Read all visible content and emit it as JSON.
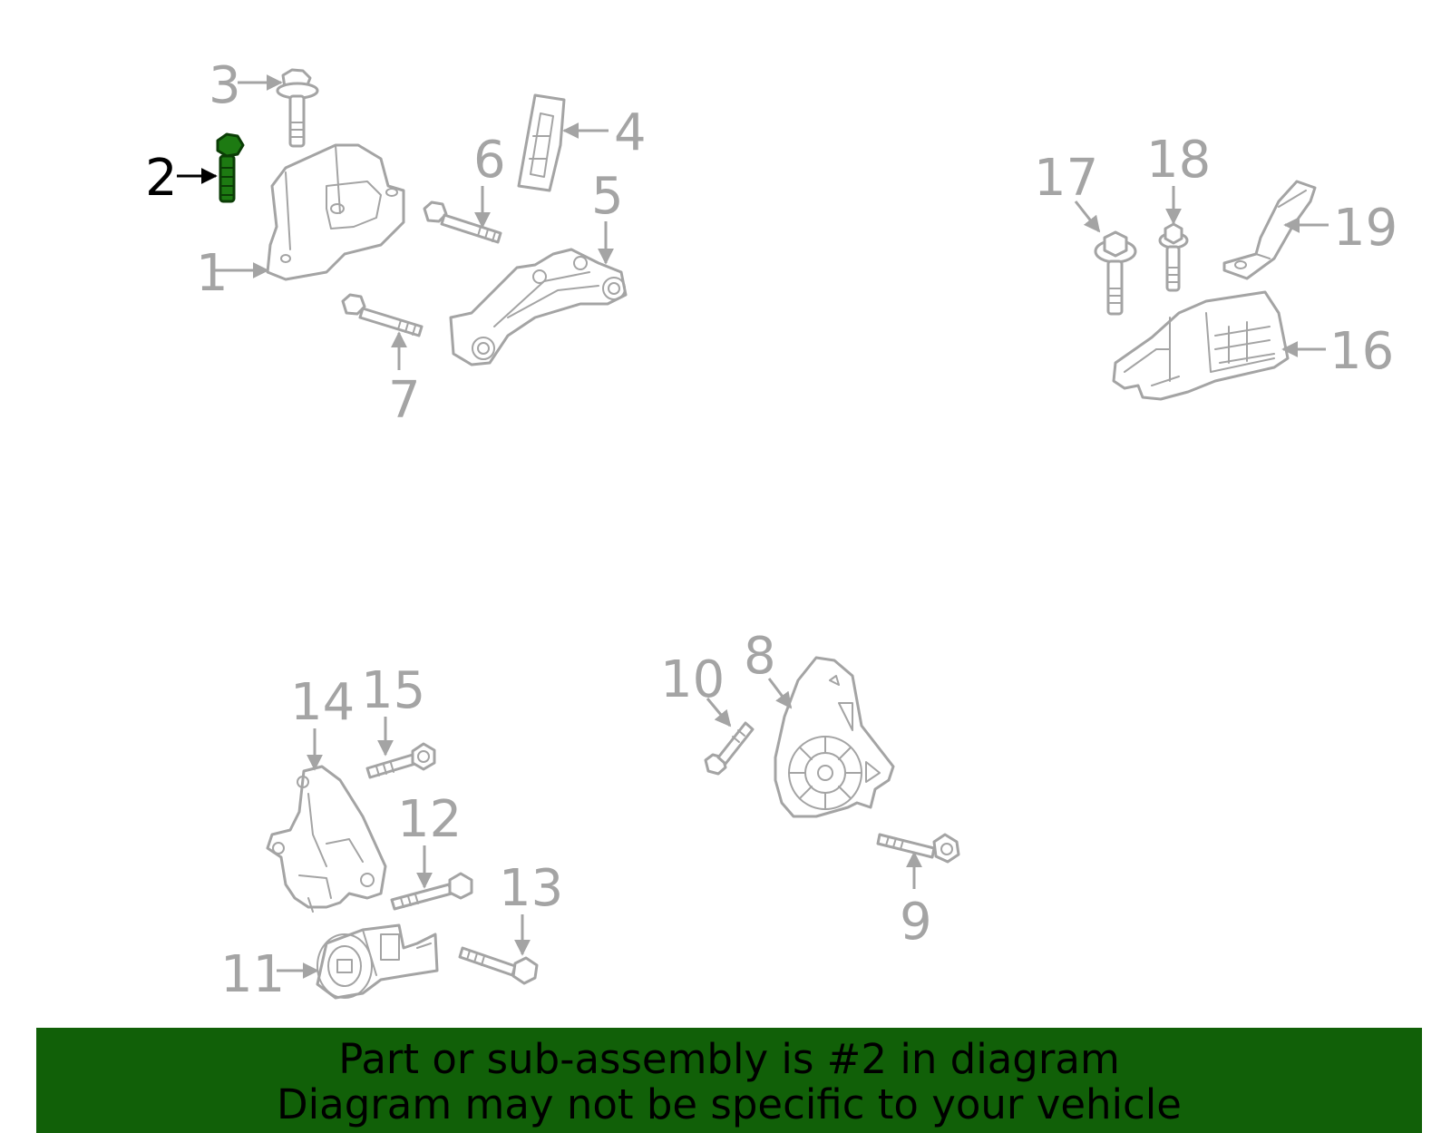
{
  "banner": {
    "line1": "Part or sub-assembly is #2 in diagram",
    "line2": "Diagram may not be specific to your vehicle",
    "background_color": "#116008"
  },
  "diagram": {
    "highlighted_part": "2",
    "highlight_color": "#1d7a12",
    "line_color": "#a4a4a4",
    "callouts": {
      "c1": "1",
      "c2": "2",
      "c3": "3",
      "c4": "4",
      "c5": "5",
      "c6": "6",
      "c7": "7",
      "c8": "8",
      "c9": "9",
      "c10": "10",
      "c11": "11",
      "c12": "12",
      "c13": "13",
      "c14": "14",
      "c15": "15",
      "c16": "16",
      "c17": "17",
      "c18": "18",
      "c19": "19"
    }
  }
}
